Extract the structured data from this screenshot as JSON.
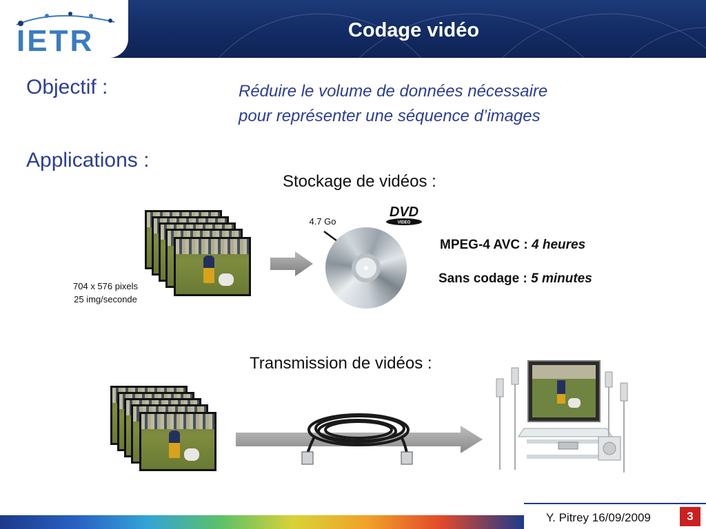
{
  "header": {
    "logo_text": "IETR",
    "title": "Codage vidéo"
  },
  "objective": {
    "label": "Objectif :",
    "line1": "Réduire le volume de données nécessaire",
    "line2": "pour représenter une séquence d’images"
  },
  "applications": {
    "label": "Applications :"
  },
  "storage": {
    "title": "Stockage de vidéos :",
    "resolution": "704 x 576 pixels",
    "framerate": "25 img/seconde",
    "capacity": "4.7 Go",
    "mpeg_label": "MPEG-4 AVC :",
    "mpeg_value": "4 heures",
    "raw_label": "Sans codage :",
    "raw_value": "5 minutes",
    "dvd_logo_text": "DVD",
    "dvd_logo_sub": "VIDEO"
  },
  "transmission": {
    "title": "Transmission de vidéos :"
  },
  "footer": {
    "author_date": "Y. Pitrey 16/09/2009",
    "page": "3"
  },
  "icons": [
    "dvd-disc-icon",
    "dvd-video-logo",
    "arrow-right-icon",
    "ethernet-cable-icon",
    "tv-home-cinema-icon",
    "video-frame-icon"
  ],
  "colors": {
    "header_bg": "#122a63",
    "accent_text": "#2c3e96",
    "page_badge": "#cc1f1f"
  }
}
